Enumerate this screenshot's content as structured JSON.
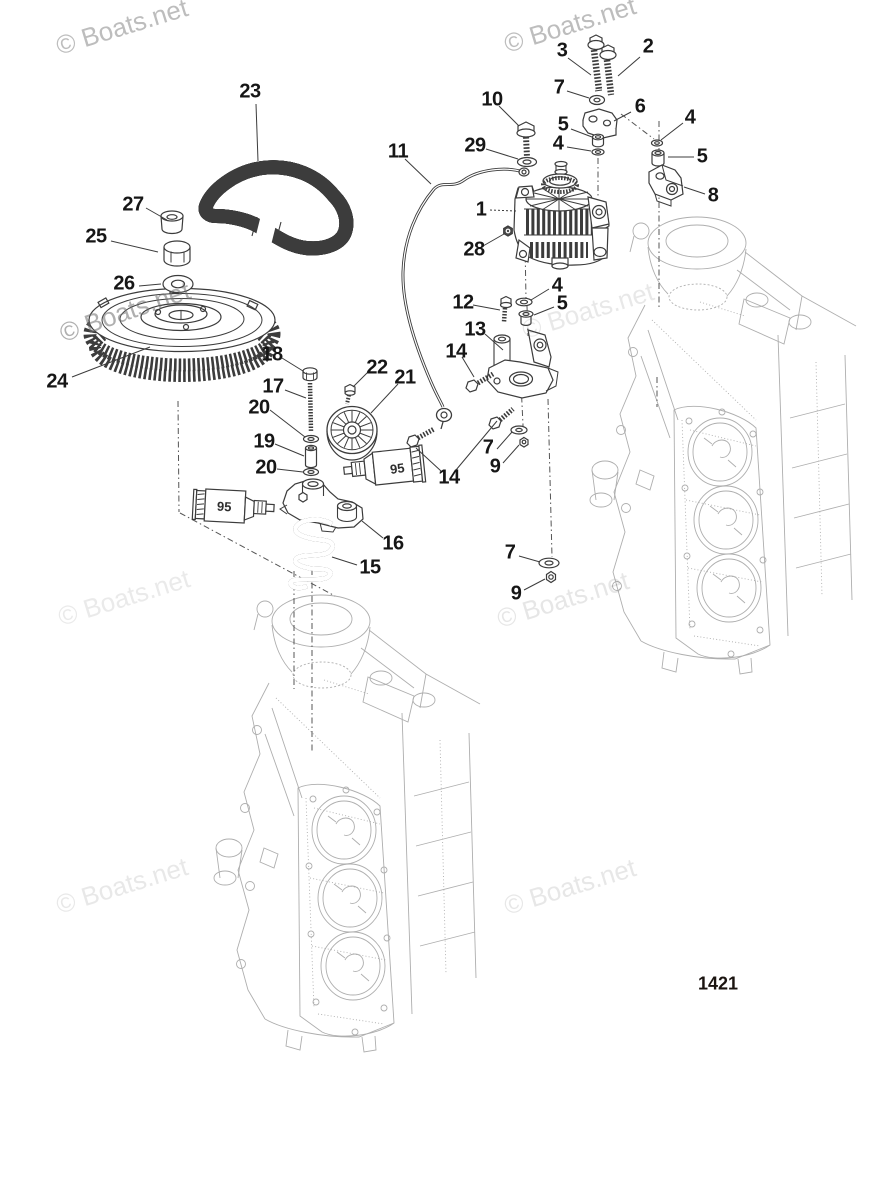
{
  "diagram": {
    "watermark_text": "© Boats.net",
    "page_number": "1421",
    "sealant_label": "95"
  },
  "callouts": [
    {
      "text": "23"
    },
    {
      "text": "27"
    },
    {
      "text": "25"
    },
    {
      "text": "26"
    },
    {
      "text": "24"
    },
    {
      "text": "18"
    },
    {
      "text": "17"
    },
    {
      "text": "20"
    },
    {
      "text": "19"
    },
    {
      "text": "20"
    },
    {
      "text": "22"
    },
    {
      "text": "21"
    },
    {
      "text": "16"
    },
    {
      "text": "15"
    },
    {
      "text": "14"
    },
    {
      "text": "14"
    },
    {
      "text": "12"
    },
    {
      "text": "13"
    },
    {
      "text": "4"
    },
    {
      "text": "5"
    },
    {
      "text": "7"
    },
    {
      "text": "9"
    },
    {
      "text": "7"
    },
    {
      "text": "9"
    },
    {
      "text": "11"
    },
    {
      "text": "1"
    },
    {
      "text": "28"
    },
    {
      "text": "10"
    },
    {
      "text": "29"
    },
    {
      "text": "3"
    },
    {
      "text": "2"
    },
    {
      "text": "7"
    },
    {
      "text": "6"
    },
    {
      "text": "5"
    },
    {
      "text": "4"
    },
    {
      "text": "4"
    },
    {
      "text": "5"
    },
    {
      "text": "8"
    }
  ]
}
